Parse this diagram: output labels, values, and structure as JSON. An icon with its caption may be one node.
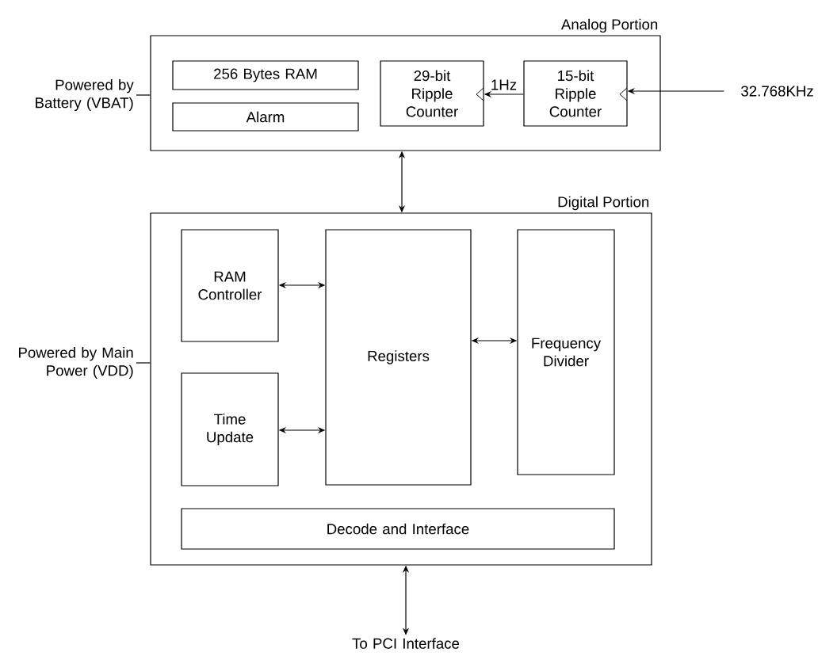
{
  "diagram": {
    "nodes": [
      {
        "text": [
          "Analog Portion"
        ]
      },
      {
        "text": [
          "256 Bytes RAM"
        ],
        "in": 0
      },
      {
        "text": [
          "Alarm"
        ],
        "in": 0
      },
      {
        "text": [
          "29-bit Ripple Counter"
        ],
        "in": 0
      },
      {
        "text": [
          "15-bit Ripple Counter"
        ],
        "in": 0
      },
      {
        "text": [
          "32.768KHz"
        ]
      },
      {
        "text": [
          "Powered by Battery (VBAT)"
        ]
      },
      {
        "text": [
          "Digital Portion"
        ]
      },
      {
        "text": [
          "RAM Controller"
        ],
        "in": 7
      },
      {
        "text": [
          "Registers"
        ],
        "in": 7
      },
      {
        "text": [
          "Frequency Divider"
        ],
        "in": 7
      },
      {
        "text": [
          "Time Update"
        ],
        "in": 7
      },
      {
        "text": [
          "Decode and Interface"
        ],
        "in": 7
      },
      {
        "text": [
          "Powered by Main Power (VDD)"
        ]
      },
      {
        "text": [
          "To PCI Interface"
        ]
      }
    ],
    "edges": [
      {
        "from": 5,
        "to": 4,
        "arrow": "to"
      },
      {
        "from": 4,
        "to": 3,
        "arrow": "to",
        "label": "1Hz"
      },
      {
        "from": 0,
        "to": 7,
        "arrow": "both"
      },
      {
        "from": 8,
        "to": 9,
        "arrow": "both"
      },
      {
        "from": 11,
        "to": 9,
        "arrow": "both"
      },
      {
        "from": 9,
        "to": 10,
        "arrow": "both"
      },
      {
        "from": 7,
        "to": 14,
        "arrow": "both"
      },
      {
        "from": 6,
        "to": 0,
        "arrow": "none"
      },
      {
        "from": 13,
        "to": 7,
        "arrow": "none"
      }
    ]
  }
}
